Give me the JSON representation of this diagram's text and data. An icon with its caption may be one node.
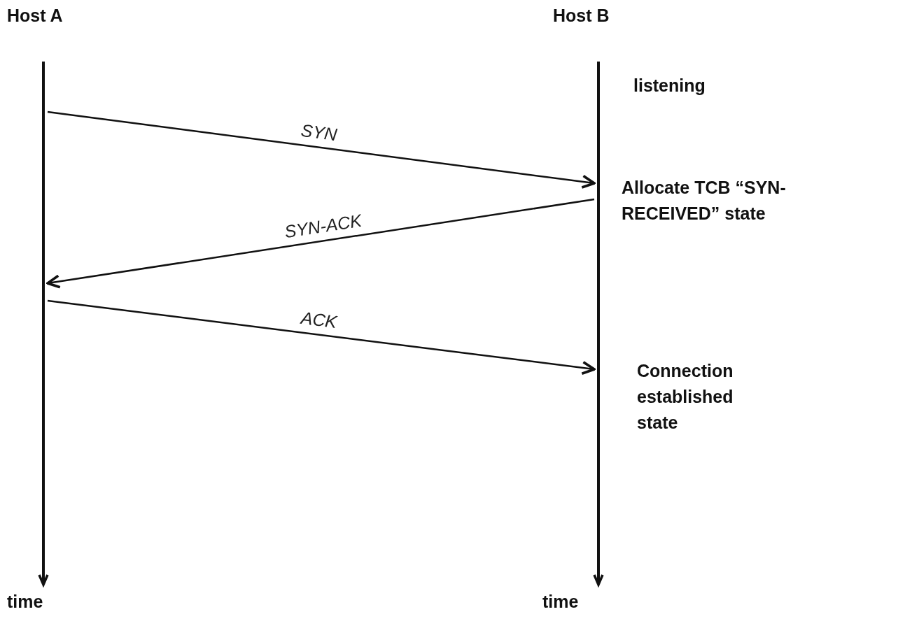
{
  "diagram": {
    "nodes": [
      {
        "text": [],
        "shape": "bar"
      },
      {
        "text": [],
        "shape": "bar"
      }
    ],
    "edges": [
      {
        "from": 0,
        "to": 1,
        "arrow": "to",
        "label": "SYN"
      },
      {
        "from": 1,
        "to": 0,
        "arrow": "to",
        "label": "SYN-ACK"
      },
      {
        "from": 0,
        "to": 1,
        "arrow": "to",
        "label": "ACK"
      }
    ],
    "labels": [
      "Host A",
      "Host B",
      "listening",
      "Allocate TCB “SYN-RECEIVED” state",
      "Connection established state",
      "time",
      "time"
    ]
  }
}
